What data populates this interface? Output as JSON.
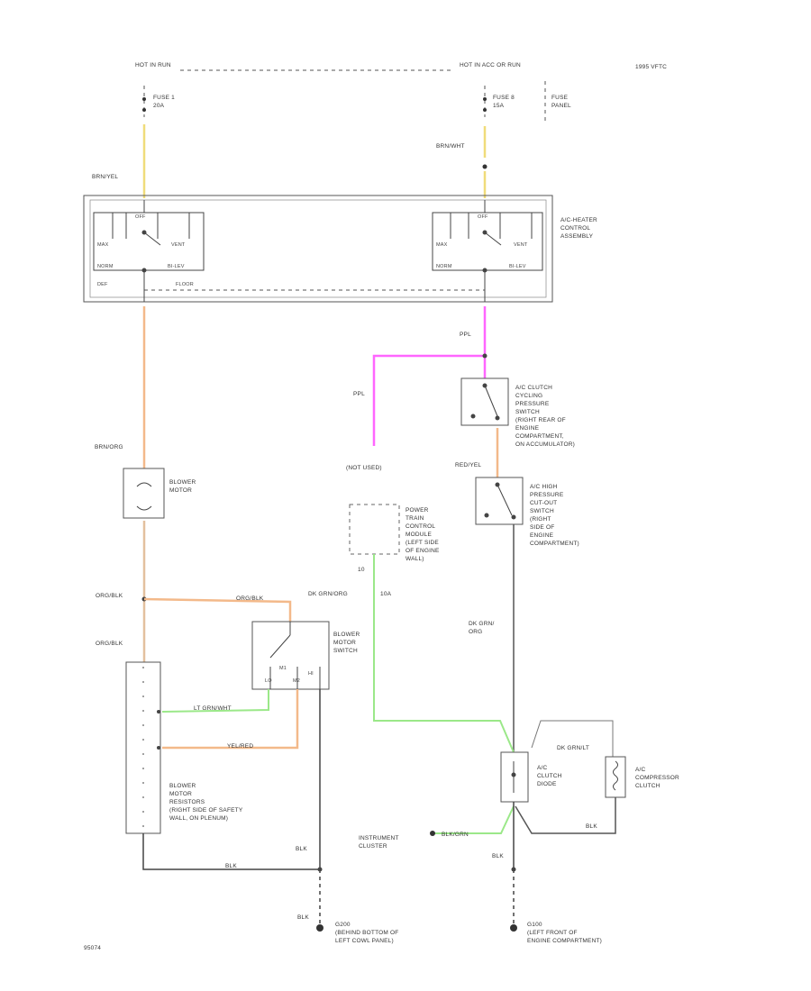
{
  "labels": {
    "hot_run": "HOT IN RUN",
    "hot_acc": "HOT IN ACC OR RUN",
    "year": "1995 VFTC",
    "fuse1": "FUSE 1\n20A",
    "fuse2": "FUSE 8\n15A",
    "fuse_panel": "FUSE\nPANEL",
    "wire_fuse2": "BRN/WHT",
    "wire_fuse1": "BRN/YEL",
    "control_sw": "A/C-HEATER\nCONTROL\nASSEMBLY",
    "sw_off": "OFF",
    "sw_max": "MAX",
    "sw_max2": "MAX",
    "sw_norm": "NORM",
    "sw_norm2": "NORM",
    "sw_bi_lev": "BI-LEV",
    "sw_bi_lev2": "BI-LEV",
    "sw_vent": "VENT",
    "sw_vent2": "VENT",
    "sw_defrost": "DEF",
    "sw_floor": "FLOOR",
    "sw_off2": "OFF",
    "ppl": "PPL",
    "ppl2": "PPL",
    "not_used": "(NOT USED)",
    "ac_clutch_cycling": "A/C CLUTCH\nCYCLING\nPRESSURE\nSWITCH\n(RIGHT REAR OF\nENGINE\nCOMPARTMENT,\nON ACCUMULATOR)",
    "red_yel": "RED/YEL",
    "ac_high_pressure": "A/C HIGH\nPRESSURE\nCUT-OUT\nSWITCH\n(RIGHT\nSIDE OF\nENGINE\nCOMPARTMENT)",
    "brn_org": "BRN/ORG",
    "blower_motor": "BLOWER\nMOTOR",
    "pcm": "POWER\nTRAIN\nCONTROL\nMODULE\n(LEFT SIDE\nOF ENGINE\nWALL)",
    "pcm_pin": "10",
    "dk_grn_org": "DK GRN/ORG",
    "pcm_wire": "10A",
    "org_blk": "ORG/BLK",
    "org_blk2": "ORG/BLK",
    "org_blk3": "ORG/BLK",
    "blower_switch": "BLOWER\nMOTOR\nSWITCH",
    "sw_lo": "LO",
    "sw_m1": "M1",
    "sw_m2": "M2",
    "sw_hi": "HI",
    "dk_grn_org2": "DK GRN/\nORG",
    "lt_grn_wht": "LT GRN/WHT",
    "yel_red": "YEL/RED",
    "blower_resistors": "BLOWER\nMOTOR\nRESISTORS\n(RIGHT SIDE OF SAFETY\nWALL, ON PLENUM)",
    "wht_grn": "DK GRN/LT",
    "ac_clutch_diode": "A/C\nCLUTCH\nDIODE",
    "ac_compressor_clutch": "A/C\nCOMPRESSOR\nCLUTCH",
    "blk_clutch": "BLK",
    "instrument_cluster": "INSTRUMENT\nCLUSTER",
    "blk_grn": "BLK/GRN",
    "blk1": "BLK",
    "blk2": "BLK",
    "blk3": "BLK",
    "blk4": "BLK",
    "ground1": "G200\n(BEHIND BOTTOM OF\nLEFT COWL PANEL)",
    "ground2": "G100\n(LEFT FRONT OF\nENGINE COMPARTMENT)",
    "fig_code": "95074"
  },
  "colors": {
    "yellow": "#f0dc7a",
    "orange": "#f3b98a",
    "pink": "#ff66ff",
    "green": "#9be889",
    "tan": "#e3c09e",
    "gray": "#444444",
    "grn_lt": "#8ee07a"
  }
}
